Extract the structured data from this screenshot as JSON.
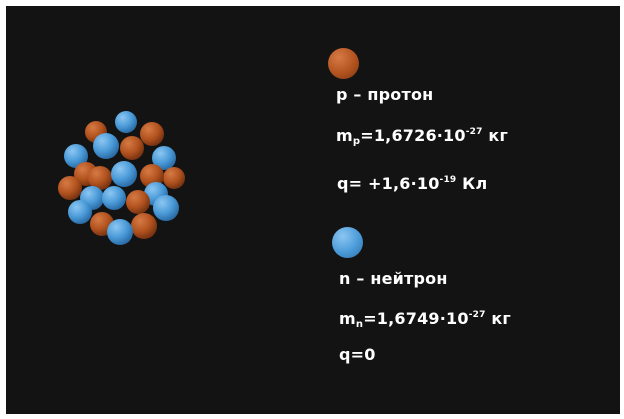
{
  "colors": {
    "background": "#141313",
    "proton": "#b2531f",
    "neutron": "#4a9ad8",
    "text": "#ffffff"
  },
  "proton": {
    "name": "p – протон",
    "mass_symbol": "m",
    "mass_subscript": "p",
    "mass_mantissa": "=1,6726·10",
    "mass_exponent": "-27",
    "mass_unit": " кг",
    "charge_symbol": "q",
    "charge_value": "= +1,6·10",
    "charge_exponent": "-19",
    "charge_unit": " Кл"
  },
  "neutron": {
    "name": "n – нейтрон",
    "mass_symbol": "m",
    "mass_subscript": "n",
    "mass_mantissa": "=1,6749·10",
    "mass_exponent": "-27",
    "mass_unit": " кг",
    "charge_symbol": "q",
    "charge_value": "=0"
  }
}
